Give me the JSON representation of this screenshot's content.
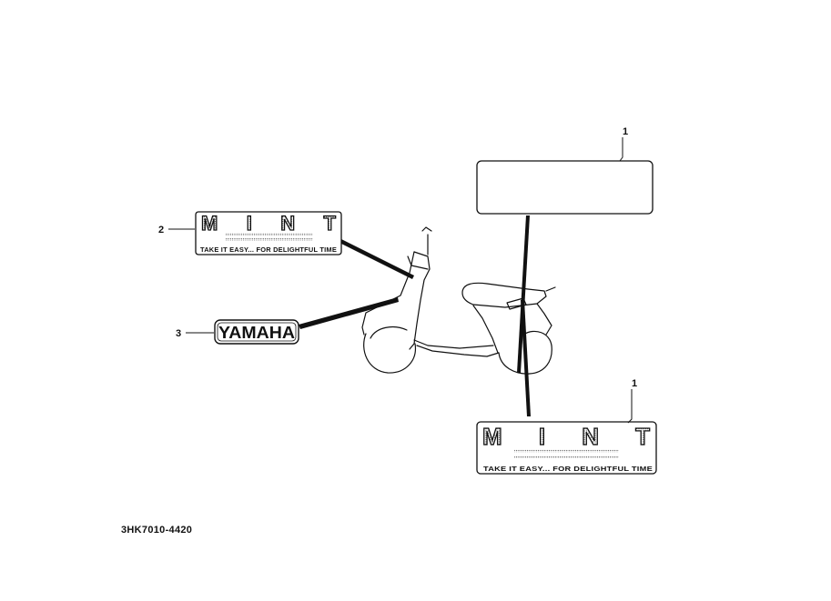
{
  "callouts": {
    "one_upper": "1",
    "one_lower": "1",
    "two": "2",
    "three": "3"
  },
  "emblems": {
    "mint_word": "MINT",
    "mint_tagline": "TAKE IT EASY... FOR DELIGHTFUL TIME",
    "yamaha_word": "YAMAHA"
  },
  "diagram_code": "3HK7010-4420"
}
